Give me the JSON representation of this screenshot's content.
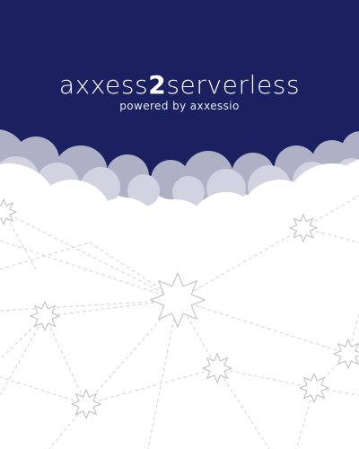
{
  "brand": {
    "prefix": "axxess",
    "highlight": "2",
    "suffix": "serverless",
    "tagline": "powered by axxessio"
  },
  "colors": {
    "band": "#1b2060",
    "cloud_back": "#aeb0c6",
    "cloud_mid": "#d2d3e0",
    "cloud_front": "#ffffff",
    "network_lines": "#d3d3d3",
    "stars": "#bdbdbd"
  },
  "decor": {
    "cloud_icon": "cloud-icon",
    "star_icon": "star-icon"
  }
}
